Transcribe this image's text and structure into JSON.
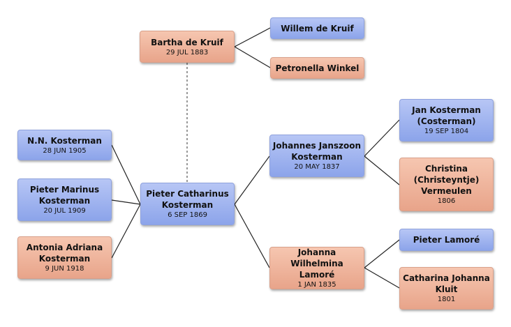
{
  "people": {
    "bartha": {
      "name": "Bartha de Kruif",
      "date": "29 JUL 1883"
    },
    "willem": {
      "name": "Willem de Kruif",
      "date": ""
    },
    "petronella": {
      "name": "Petronella Winkel",
      "date": ""
    },
    "nn": {
      "name": "N.N. Kosterman",
      "date": "28 JUN 1905"
    },
    "pieterm": {
      "name": "Pieter Marinus Kosterman",
      "date": "20 JUL 1909"
    },
    "antonia": {
      "name": "Antonia Adriana Kosterman",
      "date": "9 JUN 1918"
    },
    "pieterc": {
      "name": "Pieter Catharinus Kosterman",
      "date": "6 SEP 1869"
    },
    "johannes": {
      "name": "Johannes Janszoon Kosterman",
      "date": "20 MAY 1837"
    },
    "jan": {
      "name": "Jan Kosterman (Costerman)",
      "date": "19 SEP 1804"
    },
    "christina": {
      "name": "Christina (Christeyntje) Vermeulen",
      "date": "1806"
    },
    "johanna": {
      "name": "Johanna Wilhelmina Lamoré",
      "date": "1 JAN 1835"
    },
    "pieterl": {
      "name": "Pieter Lamoré",
      "date": ""
    },
    "catharina": {
      "name": "Catharina Johanna Kluit",
      "date": "1801"
    }
  },
  "colors": {
    "male": "#9db1ee",
    "female": "#eeb39c",
    "line": "#222222"
  }
}
